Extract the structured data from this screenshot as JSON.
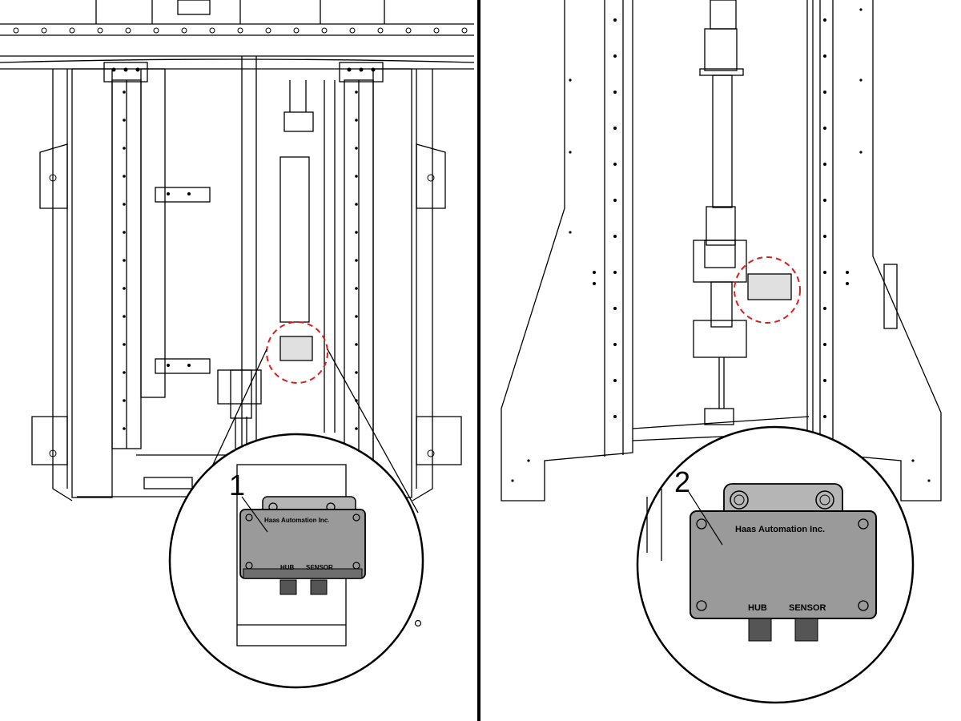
{
  "callouts": [
    {
      "number": "1",
      "box_brand": "Haas Automation Inc.",
      "port_left": "HUB",
      "port_right": "SENSOR"
    },
    {
      "number": "2",
      "box_brand": "Haas Automation Inc.",
      "port_left": "HUB",
      "port_right": "SENSOR"
    }
  ],
  "colors": {
    "line": "#000000",
    "box_fill": "#9a9a9a",
    "highlight_circle": "#d62020",
    "background": "#ffffff"
  }
}
